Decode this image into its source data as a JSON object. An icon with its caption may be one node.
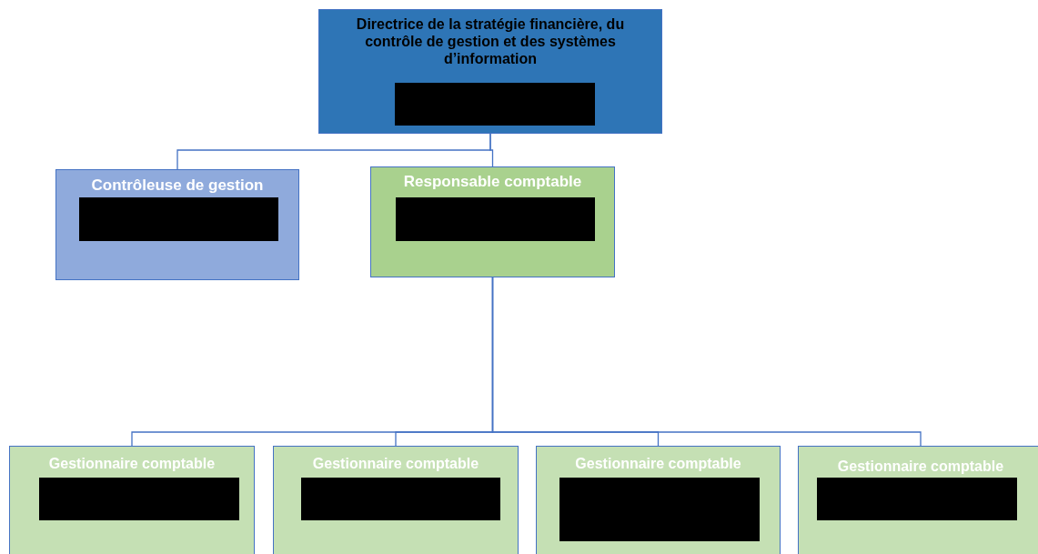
{
  "diagram": {
    "nodes": [
      {
        "text": [
          "Directrice de la stratégie financière, du contrôle de gestion et des systèmes d’information"
        ]
      },
      {
        "text": [
          "Contrôleuse de gestion"
        ]
      },
      {
        "text": [
          "Responsable comptable"
        ]
      },
      {
        "text": [
          "Gestionnaire comptable"
        ]
      },
      {
        "text": [
          "Gestionnaire comptable"
        ]
      },
      {
        "text": [
          "Gestionnaire comptable"
        ]
      },
      {
        "text": [
          "Gestionnaire comptable"
        ]
      }
    ],
    "edges": [
      {
        "from": 0,
        "to": 1,
        "arrow": "none"
      },
      {
        "from": 0,
        "to": 2,
        "arrow": "none"
      },
      {
        "from": 2,
        "to": 3,
        "arrow": "none"
      },
      {
        "from": 2,
        "to": 4,
        "arrow": "none"
      },
      {
        "from": 2,
        "to": 5,
        "arrow": "none"
      },
      {
        "from": 2,
        "to": 6,
        "arrow": "none"
      }
    ]
  }
}
